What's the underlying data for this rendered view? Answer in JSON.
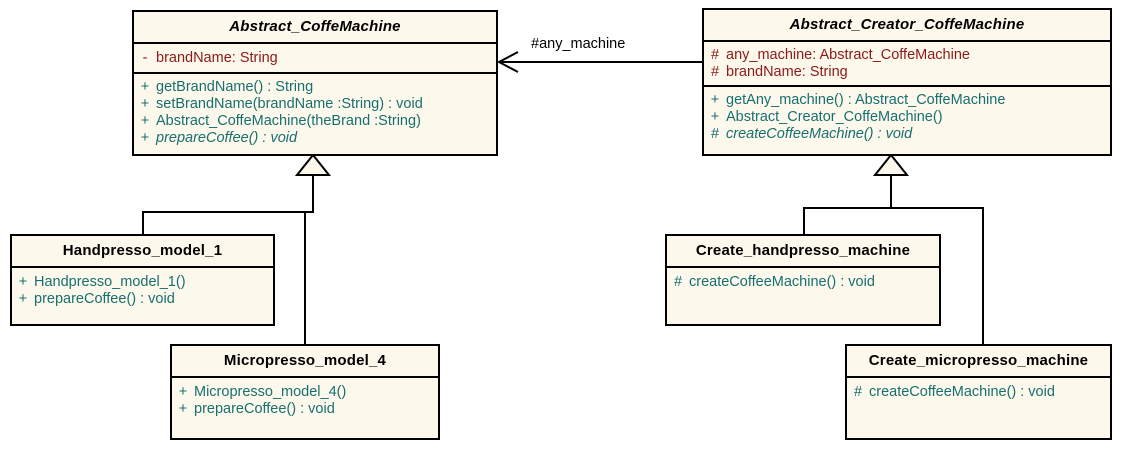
{
  "diagram": {
    "type": "uml-class-diagram",
    "background_color": "#ffffff",
    "class_fill_color": "#fdf8ec",
    "border_color": "#000000",
    "attribute_text_color": "#8b1a1a",
    "method_text_color": "#186f6f",
    "title_text_color": "#000000"
  },
  "classes": {
    "abstract_coffe_machine": {
      "name": "Abstract_CoffeMachine",
      "is_abstract": true,
      "attributes": [
        {
          "visibility": "-",
          "text": "brandName:  String"
        }
      ],
      "methods": [
        {
          "visibility": "+",
          "text": "getBrandName() : String",
          "is_abstract": false
        },
        {
          "visibility": "+",
          "text": "setBrandName(brandName :String) : void",
          "is_abstract": false
        },
        {
          "visibility": "+",
          "text": "Abstract_CoffeMachine(theBrand :String)",
          "is_abstract": false
        },
        {
          "visibility": "+",
          "text": "prepareCoffee() : void",
          "is_abstract": true
        }
      ]
    },
    "abstract_creator_coffe_machine": {
      "name": "Abstract_Creator_CoffeMachine",
      "is_abstract": true,
      "attributes": [
        {
          "visibility": "#",
          "text": "any_machine:  Abstract_CoffeMachine"
        },
        {
          "visibility": "#",
          "text": "brandName:  String"
        }
      ],
      "methods": [
        {
          "visibility": "+",
          "text": "getAny_machine() : Abstract_CoffeMachine",
          "is_abstract": false
        },
        {
          "visibility": "+",
          "text": "Abstract_Creator_CoffeMachine()",
          "is_abstract": false
        },
        {
          "visibility": "#",
          "text": "createCoffeeMachine() : void",
          "is_abstract": true
        }
      ]
    },
    "handpresso_model_1": {
      "name": "Handpresso_model_1",
      "is_abstract": false,
      "attributes": [],
      "methods": [
        {
          "visibility": "+",
          "text": "Handpresso_model_1()",
          "is_abstract": false
        },
        {
          "visibility": "+",
          "text": "prepareCoffee() : void",
          "is_abstract": false
        }
      ]
    },
    "micropresso_model_4": {
      "name": "Micropresso_model_4",
      "is_abstract": false,
      "attributes": [],
      "methods": [
        {
          "visibility": "+",
          "text": "Micropresso_model_4()",
          "is_abstract": false
        },
        {
          "visibility": "+",
          "text": "prepareCoffee() : void",
          "is_abstract": false
        }
      ]
    },
    "create_handpresso_machine": {
      "name": "Create_handpresso_machine",
      "is_abstract": false,
      "attributes": [],
      "methods": [
        {
          "visibility": "#",
          "text": "createCoffeeMachine() : void",
          "is_abstract": false
        }
      ]
    },
    "create_micropresso_machine": {
      "name": "Create_micropresso_machine",
      "is_abstract": false,
      "attributes": [],
      "methods": [
        {
          "visibility": "#",
          "text": "createCoffeeMachine() : void",
          "is_abstract": false
        }
      ]
    }
  },
  "relationships": {
    "association_any_machine": {
      "label": "#any_machine",
      "kind": "association",
      "from": "Abstract_Creator_CoffeMachine",
      "to": "Abstract_CoffeMachine",
      "arrow": "open"
    },
    "generalizations": [
      {
        "from": "Handpresso_model_1",
        "to": "Abstract_CoffeMachine"
      },
      {
        "from": "Micropresso_model_4",
        "to": "Abstract_CoffeMachine"
      },
      {
        "from": "Create_handpresso_machine",
        "to": "Abstract_Creator_CoffeMachine"
      },
      {
        "from": "Create_micropresso_machine",
        "to": "Abstract_Creator_CoffeMachine"
      }
    ]
  }
}
